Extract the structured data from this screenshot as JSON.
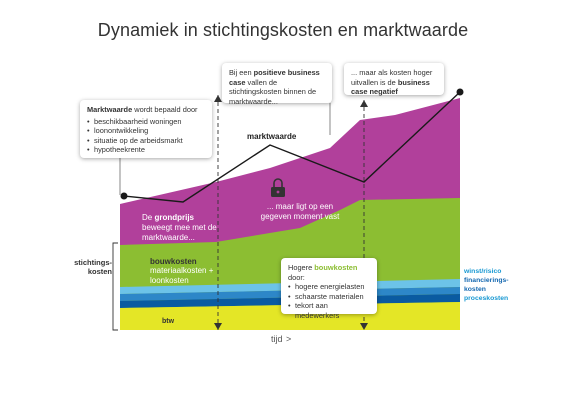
{
  "title": "Dynamiek in stichtingskosten en marktwaarde",
  "colors": {
    "magenta": "#b1409b",
    "green": "#8cbe32",
    "yellow": "#e4e626",
    "blue_dark": "#0a5ba1",
    "blue_mid": "#2d87c8",
    "blue_light": "#6cc3e8",
    "line": "#1a1a1a",
    "cyan_label": "#1798d2"
  },
  "callout_marktwaarde": {
    "heading_bold": "Marktwaarde",
    "heading_rest": " wordt bepaald door",
    "items": [
      "beschikbaarheid woningen",
      "loonontwikkeling",
      "situatie op de arbeidsmarkt",
      "hypotheekrente"
    ]
  },
  "callout_positive": {
    "t1": "Bij een ",
    "t2": "positieve business",
    "t3": "case",
    "t4": " vallen de stichtingskosten binnen de marktwaarde..."
  },
  "callout_negative": {
    "t1": "... maar als kosten hoger uitvallen is de ",
    "t2": "business case negatief"
  },
  "callout_bouwkosten": {
    "t1": "Hogere ",
    "t2": "bouwkosten",
    "t3": "door:",
    "items": [
      "hogere energielasten",
      "schaarste materialen",
      "tekort aan medewerkers"
    ]
  },
  "labels": {
    "marktwaarde": "marktwaarde",
    "grondprijs_1": "De ",
    "grondprijs_2": "grondprijs",
    "grondprijs_3": "beweegt mee met de marktwaarde...",
    "lock_text": "... maar ligt op een gegeven moment vast",
    "bouwkosten_title": "bouwkosten",
    "bouwkosten_sub": "materiaalkosten + loonkosten",
    "btw": "btw",
    "stichtingskosten": "stichtings-kosten",
    "winst": "winst/risico",
    "financiering": "financierings-kosten",
    "proces": "proceskosten",
    "tijd": "tijd",
    "tijd_arrow": ">"
  },
  "icons": [
    "lock-icon"
  ]
}
